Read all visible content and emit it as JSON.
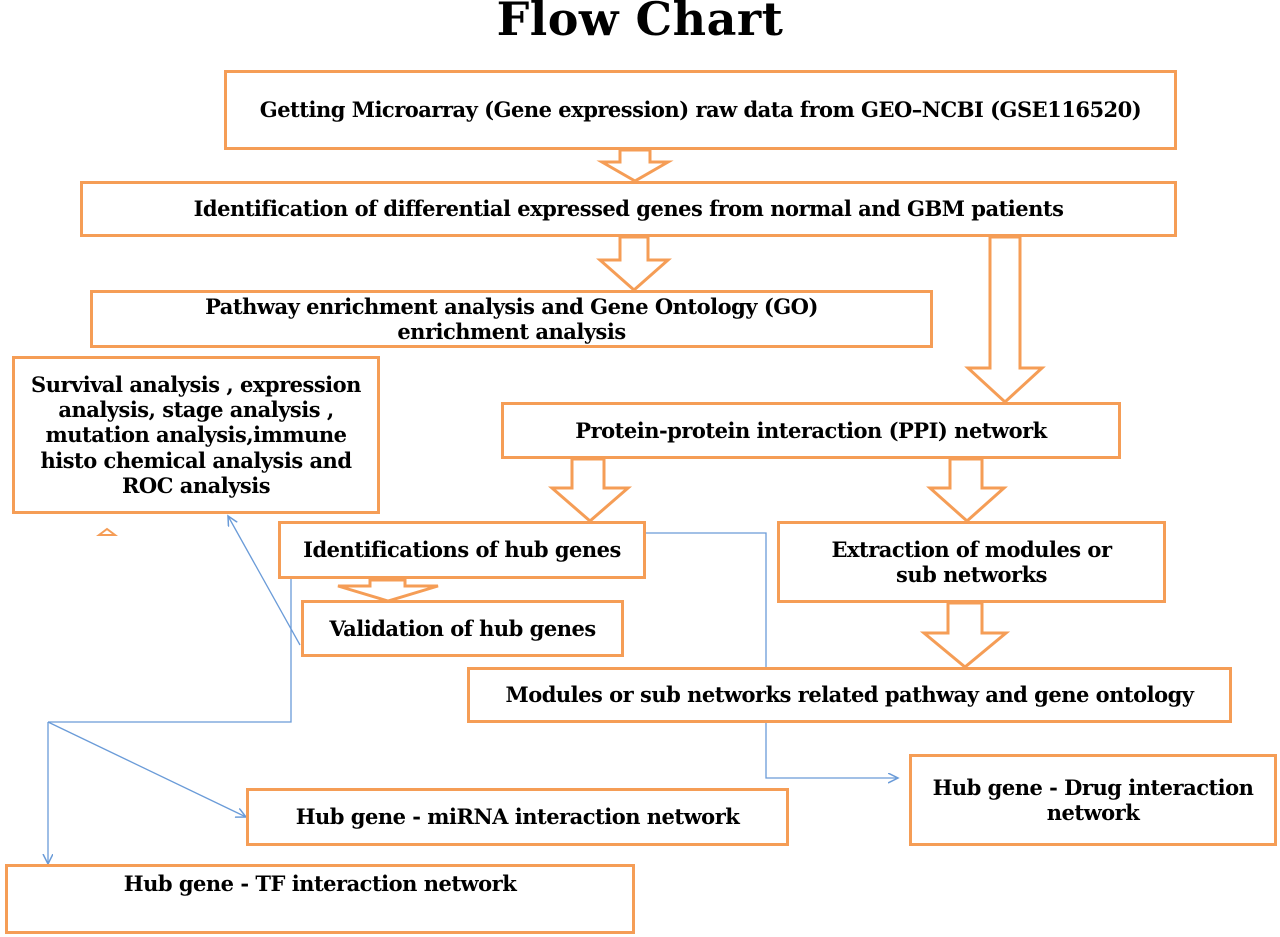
{
  "title": "Flow Chart",
  "nodes": {
    "geo": "Getting Microarray (Gene expression) raw data from  GEO–NCBI (GSE116520)",
    "deg": "Identification of  differential expressed  genes  from  normal and GBM patients",
    "pathway": "Pathway enrichment analysis  and  Gene Ontology (GO) enrichment analysis",
    "survival": "Survival  analysis , expression analysis, stage analysis , mutation analysis,immune histo chemical analysis  and ROC analysis",
    "ppi": "Protein-protein interaction (PPI)  network",
    "hub": "Identifications of hub genes",
    "modules": "Extraction  of  modules or  sub networks",
    "validation": "Validation of  hub genes",
    "modules_pathway": "Modules or  sub networks related  pathway and gene ontology",
    "drug": "Hub  gene - Drug interaction network",
    "mirna": "Hub  gene - miRNA interaction network",
    "tf": "Hub  gene - TF interaction network"
  },
  "colors": {
    "box_border": "#f59d56",
    "arrow": "#f59d56",
    "connector": "#6a9bd8"
  }
}
